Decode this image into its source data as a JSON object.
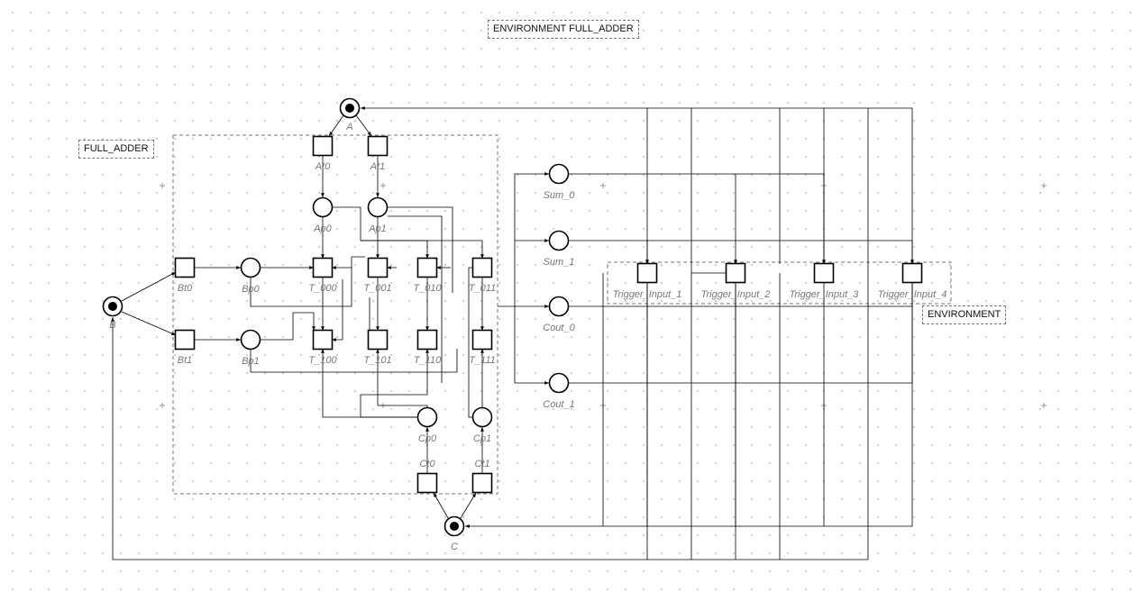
{
  "tags": {
    "environment_full_adder": "ENVIRONMENT FULL_ADDER",
    "full_adder": "FULL_ADDER",
    "environment": "ENVIRONMENT"
  },
  "places": [
    {
      "id": "A",
      "label": "A",
      "marked": true
    },
    {
      "id": "B",
      "label": "B",
      "marked": true
    },
    {
      "id": "C",
      "label": "C",
      "marked": true
    },
    {
      "id": "Ap0",
      "label": "Ap0",
      "marked": false
    },
    {
      "id": "Ap1",
      "label": "Ap1",
      "marked": false
    },
    {
      "id": "Bp0",
      "label": "Bp0",
      "marked": false
    },
    {
      "id": "Bp1",
      "label": "Bp1",
      "marked": false
    },
    {
      "id": "Cp0",
      "label": "Cp0",
      "marked": false
    },
    {
      "id": "Cp1",
      "label": "Cp1",
      "marked": false
    },
    {
      "id": "Sum_0",
      "label": "Sum_0",
      "marked": false
    },
    {
      "id": "Sum_1",
      "label": "Sum_1",
      "marked": false
    },
    {
      "id": "Cout_0",
      "label": "Cout_0",
      "marked": false
    },
    {
      "id": "Cout_1",
      "label": "Cout_1",
      "marked": false
    }
  ],
  "transitions": [
    {
      "id": "At0",
      "label": "At0"
    },
    {
      "id": "At1",
      "label": "At1"
    },
    {
      "id": "Bt0",
      "label": "Bt0"
    },
    {
      "id": "Bt1",
      "label": "Bt1"
    },
    {
      "id": "Ct0",
      "label": "Ct0"
    },
    {
      "id": "Ct1",
      "label": "Ct1"
    },
    {
      "id": "T_000",
      "label": "T_000"
    },
    {
      "id": "T_001",
      "label": "T_001"
    },
    {
      "id": "T_010",
      "label": "T_010"
    },
    {
      "id": "T_011",
      "label": "T_011"
    },
    {
      "id": "T_100",
      "label": "T_100"
    },
    {
      "id": "T_101",
      "label": "T_101"
    },
    {
      "id": "T_110",
      "label": "T_110"
    },
    {
      "id": "T_111",
      "label": "T_111"
    },
    {
      "id": "Trigger_Input_1",
      "label": "Trigger_Input_1"
    },
    {
      "id": "Trigger_Input_2",
      "label": "Trigger_Input_2"
    },
    {
      "id": "Trigger_Input_3",
      "label": "Trigger_Input_3"
    },
    {
      "id": "Trigger_Input_4",
      "label": "Trigger_Input_4"
    }
  ]
}
